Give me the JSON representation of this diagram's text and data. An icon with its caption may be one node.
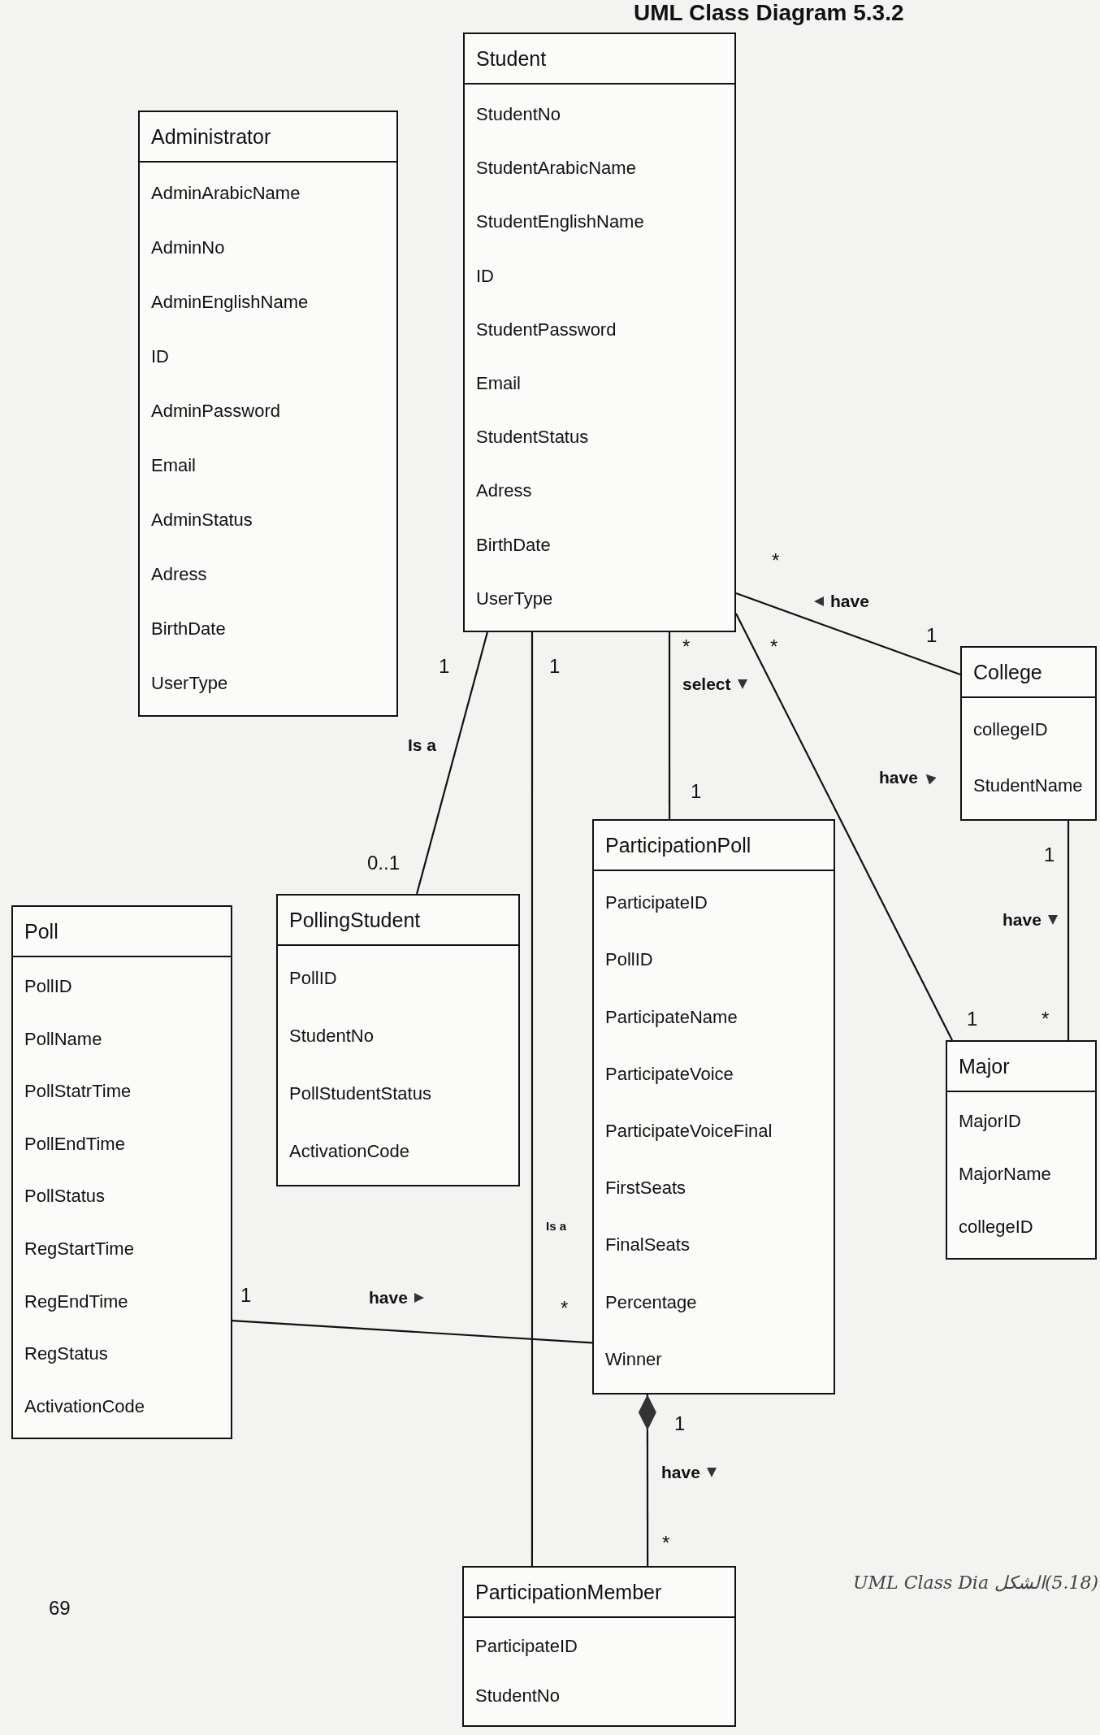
{
  "diagram": {
    "title": "UML Class Diagram 5.3.2",
    "caption": "(5.18)الشكل UML Class Dia",
    "nodes": [
      {
        "text": [
          "Student",
          "StudentNo",
          "StudentArabicName",
          "StudentEnglishName",
          "ID",
          "StudentPassword",
          "Email",
          "StudentStatus",
          "Adress",
          "BirthDate",
          "UserType"
        ]
      },
      {
        "text": [
          "Administrator",
          "AdminArabicName",
          "AdminNo",
          "AdminEnglishName",
          "ID",
          "AdminPassword",
          "Email",
          "AdminStatus",
          "Adress",
          "BirthDate",
          "UserType"
        ]
      },
      {
        "text": [
          "College",
          "collegeID",
          "StudentName"
        ]
      },
      {
        "text": [
          "PollingStudent",
          "PollID",
          "StudentNo",
          "PollStudentStatus",
          "ActivationCode"
        ]
      },
      {
        "text": [
          "Poll",
          "PollID",
          "PollName",
          "PollStatrTime",
          "PollEndTime",
          "PollStatus",
          "RegStartTime",
          "RegEndTime",
          "RegStatus",
          "ActivationCode"
        ]
      },
      {
        "text": [
          "ParticipationPoll",
          "ParticipateID",
          "PollID",
          "ParticipateName",
          "ParticipateVoice",
          "ParticipateVoiceFinal",
          "FirstSeats",
          "FinalSeats",
          "Percentage",
          "Winner"
        ]
      },
      {
        "text": [
          "Major",
          "MajorID",
          "MajorName",
          "collegeID"
        ]
      },
      {
        "text": [
          "ParticipationMember",
          "ParticipateID",
          "StudentNo"
        ]
      }
    ],
    "edges": [
      {
        "from": 0,
        "to": 2,
        "arrow": "none",
        "label": "have"
      },
      {
        "from": 0,
        "to": 3,
        "arrow": "none",
        "label": "Is a"
      },
      {
        "from": 0,
        "to": 7,
        "arrow": "none",
        "label": "Is a"
      },
      {
        "from": 0,
        "to": 5,
        "arrow": "none",
        "label": "select"
      },
      {
        "from": 0,
        "to": 6,
        "arrow": "none",
        "label": "have"
      },
      {
        "from": 2,
        "to": 6,
        "arrow": "none",
        "label": "have"
      },
      {
        "from": 4,
        "to": 5,
        "arrow": "none",
        "label": "have"
      },
      {
        "from": 5,
        "to": 7,
        "arrow": "other",
        "label": "have"
      }
    ],
    "labels": [
      "*",
      "1",
      "*",
      "1",
      "1",
      "*",
      "1",
      "0..1",
      "1",
      "1",
      "*",
      "1",
      "*",
      "1",
      "*",
      "69"
    ]
  }
}
